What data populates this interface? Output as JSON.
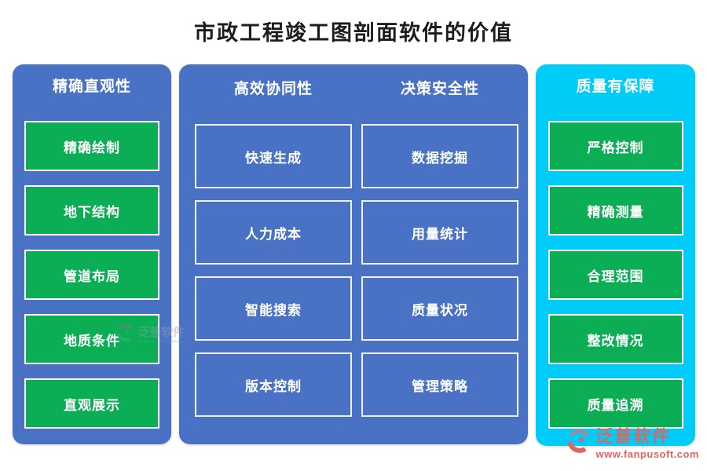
{
  "title": "市政工程竣工图剖面软件的价值",
  "left_panel": {
    "header": "精确直观性",
    "items": [
      "精确绘制",
      "地下结构",
      "管道布局",
      "地质条件",
      "直观展示"
    ]
  },
  "middle_panel": {
    "columns": [
      {
        "header": "高效协同性",
        "items": [
          "快速生成",
          "人力成本",
          "智能搜索",
          "版本控制"
        ]
      },
      {
        "header": "决策安全性",
        "items": [
          "数据挖掘",
          "用量统计",
          "质量状况",
          "管理策略"
        ]
      }
    ]
  },
  "right_panel": {
    "header": "质量有保障",
    "items": [
      "严格控制",
      "精确测量",
      "合理范围",
      "整改情况",
      "质量追溯"
    ]
  },
  "watermark": {
    "brand": "泛普软件",
    "subtext": "FANPU SOFTWARE"
  },
  "footer": {
    "brand": "泛普软件",
    "url": "www.fanpusoft.com"
  },
  "colors": {
    "panel_blue": "#4a72c4",
    "button_green": "#0bae54",
    "panel_cyan": "#00ccf8",
    "brand_red": "#e2635f",
    "logo_gray": "#8594a9",
    "title_text": "#1c1c1c"
  }
}
